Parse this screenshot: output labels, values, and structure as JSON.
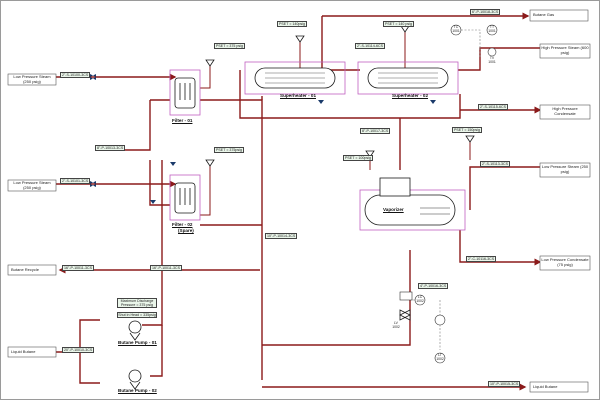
{
  "streams": {
    "low_pressure_steam_250": "Low Pressure Steam (250 psig)",
    "low_pressure_steam_250b": "Low Pressure Steam (250 psig)",
    "butane_recycle": "Butane Recycle",
    "liquid_butane_in": "Liquid Butane",
    "butane_gas": "Butane Gas",
    "hp_steam_600": "High Pressure Steam (600 psig)",
    "hp_condensate": "High Pressure Condensate",
    "low_pressure_steam_r": "Low Pressure Steam (250 psig)",
    "lp_condensate": "Low Pressure Condensate (75 psig)",
    "liquid_butane_out": "Liquid Butane"
  },
  "equipment": {
    "filter1": "Filter - 01",
    "filter2": "Filter - 02",
    "filter2_sub": "(Spare)",
    "pump1": "Butane Pump - 01",
    "pump2": "Butane Pump - 02",
    "sh1": "Superheater - 01",
    "sh2": "Superheater - 02",
    "vap": "Vaporizer"
  },
  "lines": {
    "l_lps1": "2\"-S-10100-3CS",
    "l_lps2": "2\"-S-10101-3CS",
    "l_8p": "8\"-P-10013-3CS",
    "l_10p": "10\"-P-10014-3CS",
    "l_recycle": "16\"-P-10011-3CS",
    "l_recycle2": "16\"-P-10011-3CS",
    "l_liq_in": "20\"-P-10010-3CS",
    "l_gas_top": "6\"-P-10018-3CS",
    "l_hps": "2\"-S-10114-6CS",
    "l_hpc": "2\"-S-10115-6CS",
    "l_mid": "8\"-P-10017-3CS",
    "l_lps_r": "2\"-S-10113-3CS",
    "l_lpc": "2\"-C-10116-3CS",
    "l_vap_in": "4\"-P-10016-3CS",
    "l_liq_out": "10\"-P-10015-3CS"
  },
  "instruments": {
    "psv1": "PSET = 375 psig",
    "psv2": "PSET = 375psig",
    "psv3": "PSET = 140psig",
    "psv4": "PSET = 140 psig",
    "psv5": "PSET = 150psig",
    "psv6": "PSET = 100psig",
    "tc": "TC",
    "tc_num": "1001",
    "tt": "TT",
    "tt_num": "1001",
    "tv": "TV",
    "tv_num": "1001",
    "lc": "LC",
    "lc_num": "1002",
    "lt": "LT",
    "lt_num": "1002",
    "lv": "LV",
    "lv_num": "1002"
  },
  "notes": {
    "max_discharge": "Maximum Discharge Pressure = 375 psig",
    "shutin": "Shut in Head = 335psig"
  }
}
